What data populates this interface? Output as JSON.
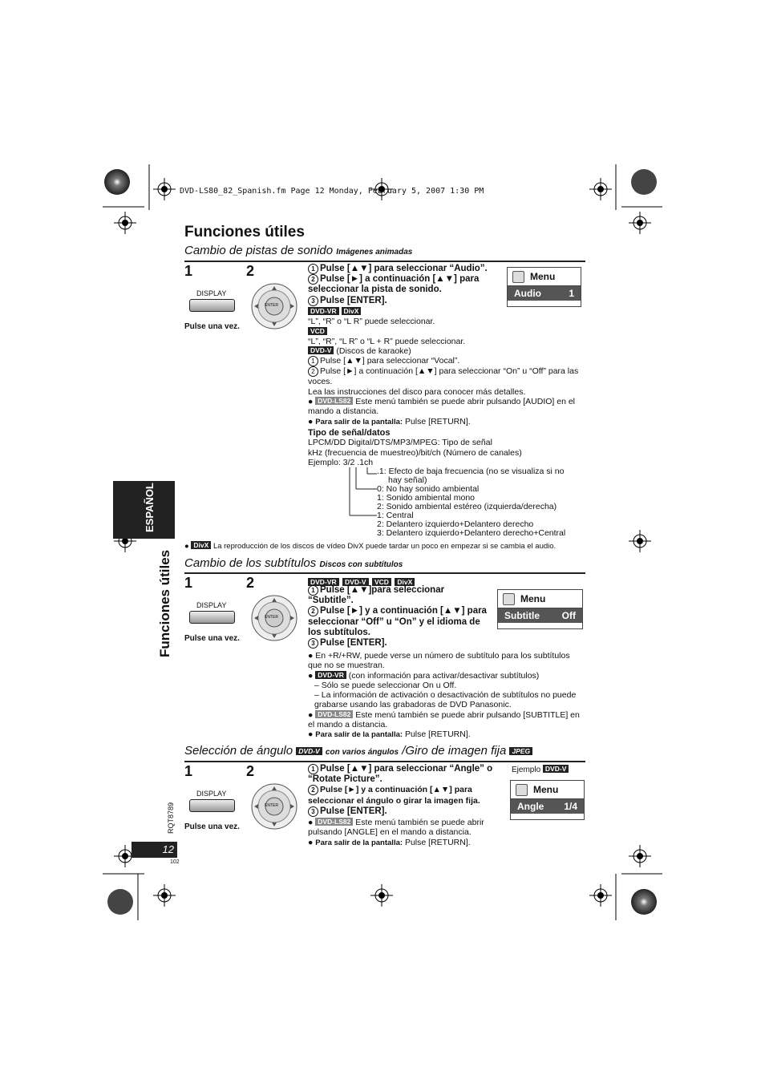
{
  "header_line": "DVD-LS80_82_Spanish.fm  Page 12  Monday, February 5, 2007  1:30 PM",
  "title": "Funciones útiles",
  "side_tab": {
    "language": "ESPAÑOL",
    "section": "Funciones útiles"
  },
  "page": {
    "number": "12",
    "code": "RQT8789",
    "sub": "102"
  },
  "common": {
    "step1": "1",
    "step2": "2",
    "display": "DISPLAY",
    "pulse_once": "Pulse una vez.",
    "enter": "ENTER",
    "menu": "Menu",
    "ejemplo": "Ejemplo"
  },
  "audio": {
    "heading": "Cambio de pistas de sonido",
    "heading_sub": "Imágenes animadas",
    "menu_item": "Audio",
    "menu_value": "1",
    "s1": "Pulse [▲▼] para seleccionar “Audio”.",
    "s2": "Pulse [►] a continuación [▲▼] para seleccionar la pista de sonido.",
    "s3": "Pulse [ENTER].",
    "b_dvdvr": "DVD-VR",
    "b_divx": "DivX",
    "b_vcd": "VCD",
    "b_dvdv": "DVD-V",
    "b_ls82": "DVD-LS82",
    "note1": "“L”, “R” o “L R” puede seleccionar.",
    "note2": "“L”, “R”, “L R” o “L + R” puede seleccionar.",
    "note3": "(Discos de karaoke)",
    "k1": "Pulse [▲▼] para seleccionar “Vocal”.",
    "k2": "Pulse [►] a continuación [▲▼] para seleccionar “On” u “Off” para las voces.",
    "lea": "Lea las instrucciones del disco para conocer más detalles.",
    "ls82_note": "Este menú también se puede abrir pulsando [AUDIO] en el mando a distancia.",
    "salir_lbl": "Para salir de la pantalla:",
    "salir_txt": "Pulse [RETURN].",
    "tipo_title": "Tipo de señal/datos",
    "tipo1": "LPCM/DD Digital/DTS/MP3/MPEG:  Tipo de señal",
    "tipo2": "kHz (frecuencia de muestreo)/bit/ch (Número de canales)",
    "ejemplo": "Ejemplo:  3/2 .1ch",
    "legend": [
      ".1:  Efecto de baja frecuencia (no se visualiza si no",
      "hay señal)",
      "0:  No hay sonido ambiental",
      "1:  Sonido ambiental mono",
      "2:  Sonido ambiental estéreo (izquierda/derecha)",
      "1:  Central",
      "2:  Delantero izquierdo+Delantero derecho",
      "3:  Delantero izquierdo+Delantero derecho+Central"
    ],
    "divx_note": "La reproducción de los discos de vídeo DivX puede tardar un poco en empezar si se cambia el audio."
  },
  "subs": {
    "heading": "Cambio de los subtítulos",
    "heading_sub": "Discos con subtítulos",
    "menu_item": "Subtitle",
    "menu_value": "Off",
    "s1": "Pulse [▲▼]para seleccionar “Subtitle”.",
    "s2": "Pulse [►] y a continuación [▲▼] para seleccionar “Off” u “On” y el idioma de los subtítulos.",
    "s3": "Pulse [ENTER].",
    "n1": "En +R/+RW, puede verse un número de subtítulo para los subtítulos que no se muestran.",
    "n2": "(con información para activar/desactivar subtítulos)",
    "n2a": "– Sólo se puede seleccionar On u Off.",
    "n2b": "– La información de activación o desactivación de subtítulos no puede grabarse usando las grabadoras de DVD Panasonic.",
    "ls82_note": "Este menú también se puede abrir pulsando [SUBTITLE] en el mando a distancia."
  },
  "angle": {
    "heading": "Selección de ángulo",
    "heading_mid": "con varios ángulos",
    "heading2": "/Giro de imagen fija",
    "b_jpeg": "JPEG",
    "menu_item": "Angle",
    "menu_value": "1/4",
    "s1": "Pulse [▲▼] para seleccionar “Angle” o “Rotate Picture”.",
    "s2": "Pulse [►] y a continuación [▲▼] para seleccionar el ángulo o girar la imagen fija.",
    "s3": "Pulse [ENTER].",
    "ls82_note": "Este menú también se puede abrir pulsando [ANGLE] en el mando a distancia."
  }
}
